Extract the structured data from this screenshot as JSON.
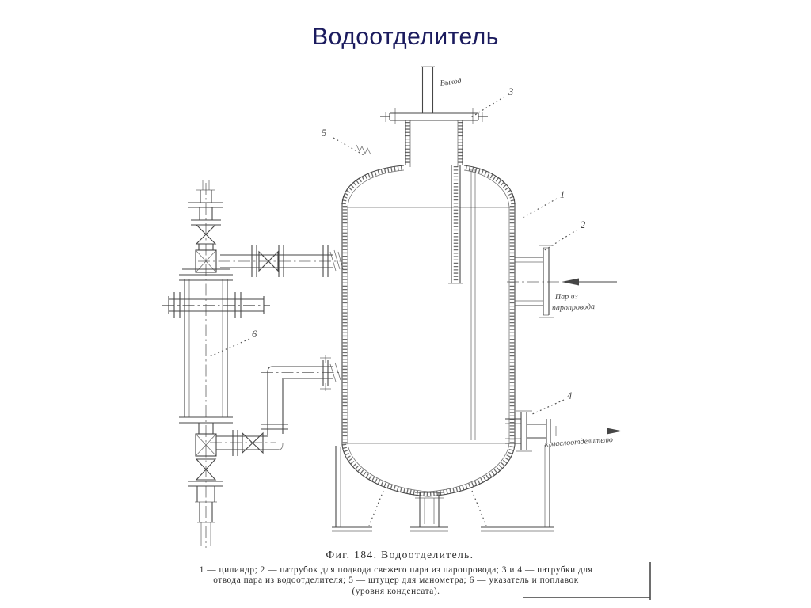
{
  "slide": {
    "title": "Водоотделитель",
    "title_color": "#1b1b5e",
    "background_color": "#ffffff"
  },
  "figure": {
    "ink_color": "#3d3d3d",
    "caption_title": "Фиг. 184. Водоотделитель.",
    "caption_lines": [
      "1 — цилиндр; 2 — патрубок для подвода свежего пара из паропровода; 3 и 4 — патрубки для",
      "отвода пара из водоотделителя; 5 — штуцер для манометра; 6 — указатель и поплавок",
      "(уровня конденсата)."
    ],
    "labels": {
      "top_outlet": "Выход",
      "steam_inlet_line1": "Пар из",
      "steam_inlet_line2": "паропровода",
      "lower_outlet": "к маслоотделителю"
    },
    "callout_numbers": [
      "1",
      "2",
      "3",
      "4",
      "5",
      "6"
    ]
  }
}
